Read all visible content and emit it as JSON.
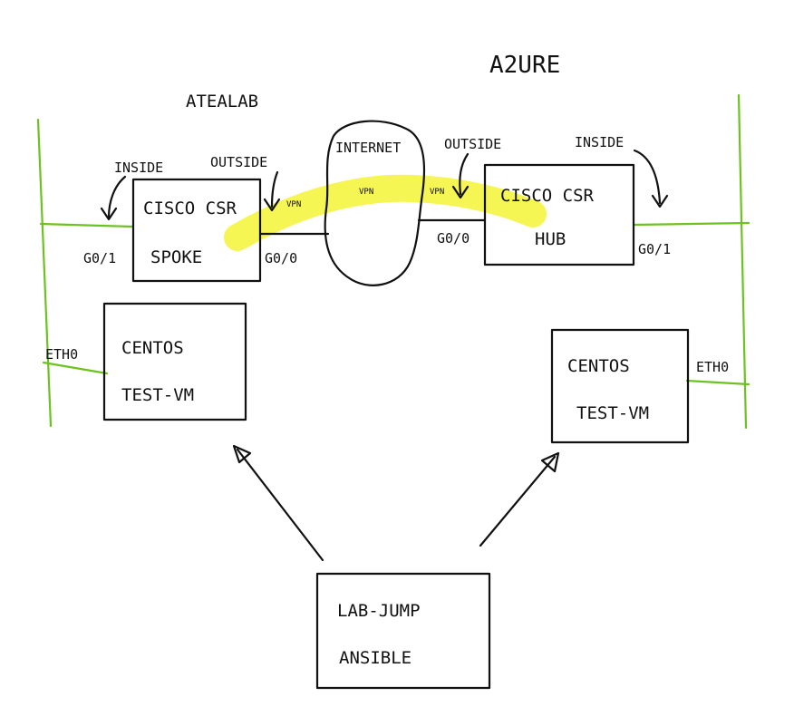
{
  "labels": {
    "azure": "A2URE",
    "atealab": "ATEALAB",
    "internet": "INTERNET",
    "spoke_inside": "INSIDE",
    "spoke_outside": "OUTSIDE",
    "hub_outside": "OUTSIDE",
    "hub_inside": "INSIDE",
    "vpn_1": "VPN",
    "vpn_2": "VPN",
    "vpn_3": "VPN",
    "spoke_if_inside": "G0/1",
    "spoke_if_outside": "G0/0",
    "hub_if_outside": "G0/0",
    "hub_if_inside": "G0/1",
    "left_vm_eth": "ETH0",
    "right_vm_eth": "ETH0"
  },
  "nodes": {
    "spoke": {
      "line1": "CISCO CSR",
      "line2": "SPOKE"
    },
    "hub": {
      "line1": "CISCO CSR",
      "line2": "HUB"
    },
    "left_vm": {
      "line1": "CENTOS",
      "line2": "TEST-VM"
    },
    "right_vm": {
      "line1": "CENTOS",
      "line2": "TEST-VM"
    },
    "jump": {
      "line1": "LAB-JUMP",
      "line2": "ANSIBLE"
    }
  },
  "colors": {
    "ink": "#111111",
    "network_line": "#6cc21e",
    "vpn_highlight": "#f2f21a"
  }
}
